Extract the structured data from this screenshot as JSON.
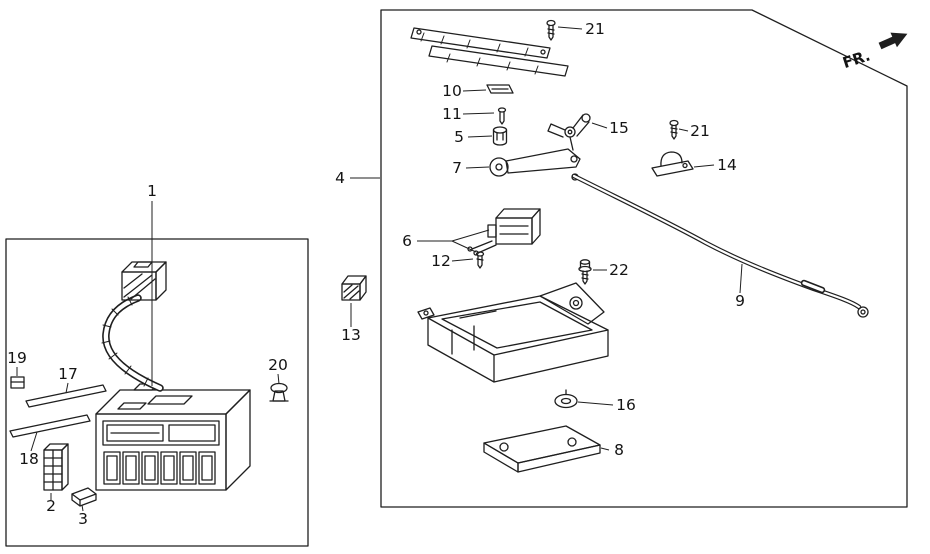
{
  "diagram": {
    "kind": "exploded-parts-diagram",
    "colors": {
      "line": "#1f1f1f",
      "background": "#ffffff",
      "label_text": "#141414"
    }
  },
  "fr": {
    "label": "FR."
  },
  "callouts": {
    "c1": "1",
    "c2": "2",
    "c3": "3",
    "c4": "4",
    "c5": "5",
    "c6": "6",
    "c7": "7",
    "c8": "8",
    "c9": "9",
    "c10": "10",
    "c11": "11",
    "c12": "12",
    "c13": "13",
    "c14": "14",
    "c15": "15",
    "c16": "16",
    "c17": "17",
    "c18": "18",
    "c19": "19",
    "c20": "20",
    "c21_top": "21",
    "c21_right": "21",
    "c22": "22"
  }
}
